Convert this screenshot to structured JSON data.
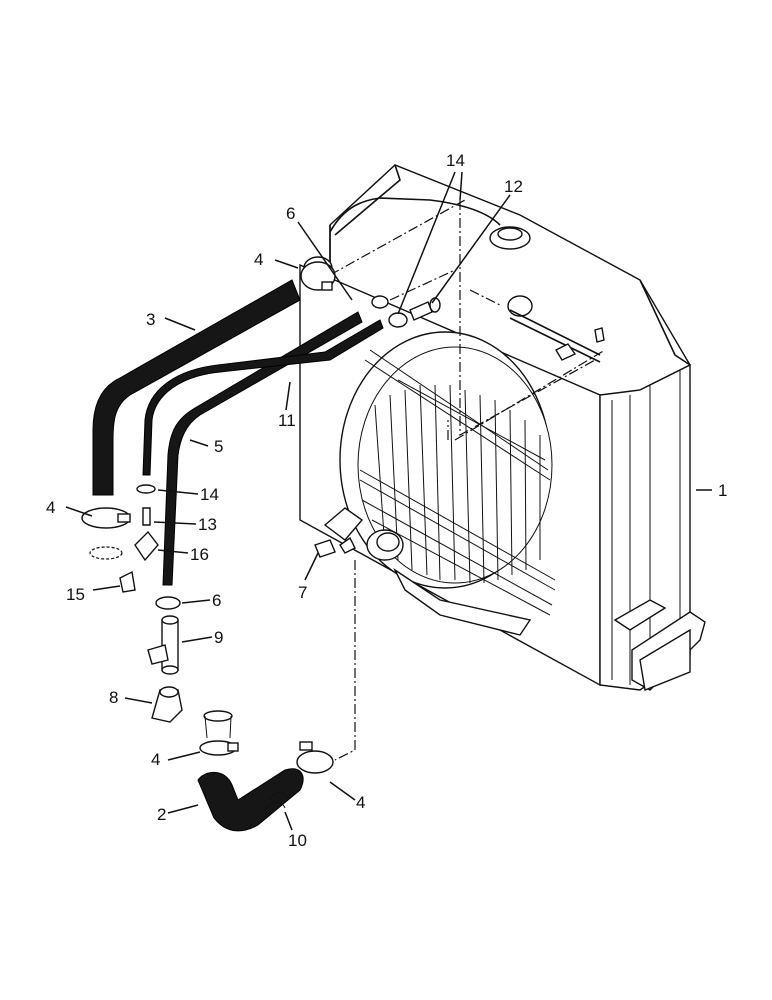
{
  "callouts": {
    "c1": "1",
    "c2": "2",
    "c3": "3",
    "c4_top": "4",
    "c4_left": "4",
    "c4_bottom_left": "4",
    "c4_bottom_right": "4",
    "c5": "5",
    "c6_top": "6",
    "c6_mid": "6",
    "c7": "7",
    "c8": "8",
    "c9": "9",
    "c10": "10",
    "c11": "11",
    "c12": "12",
    "c13": "13",
    "c14_top": "14",
    "c14_mid": "14",
    "c15": "15",
    "c16": "16"
  }
}
